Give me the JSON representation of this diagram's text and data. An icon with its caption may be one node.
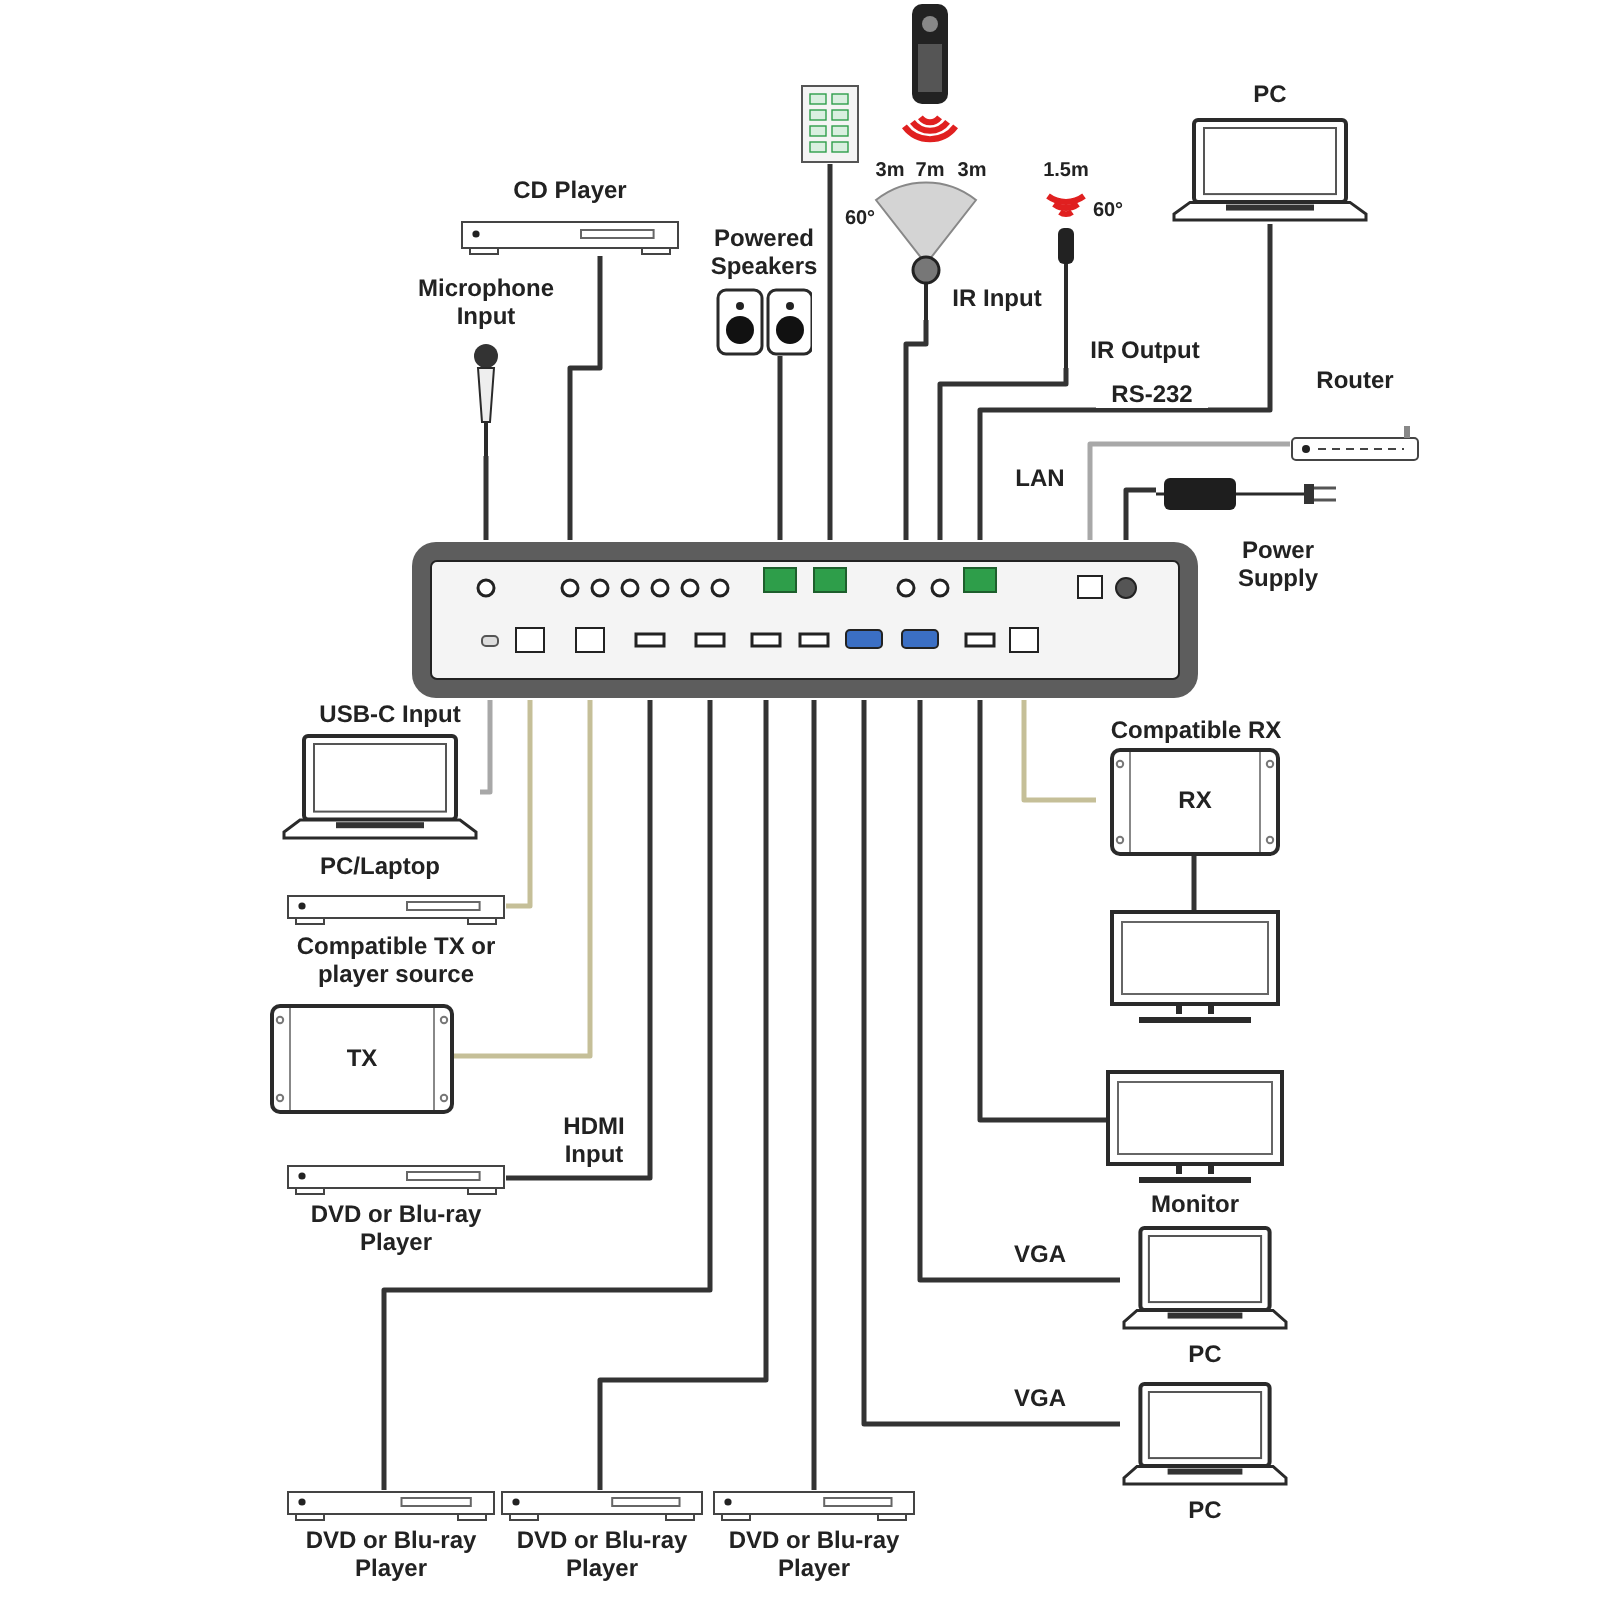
{
  "diagram": {
    "nodes": [
      {
        "text": [],
        "shape": "box"
      },
      {
        "text": [
          "Microphone Input"
        ]
      },
      {
        "text": [
          "CD Player"
        ]
      },
      {
        "text": [
          "Powered Speakers"
        ]
      },
      {
        "text": [],
        "shape": "picture"
      },
      {
        "text": [
          "IR Input"
        ]
      },
      {
        "text": [
          "IR Output"
        ]
      },
      {
        "text": [
          "PC"
        ]
      },
      {
        "text": [
          "Router"
        ]
      },
      {
        "text": [
          "Power Supply"
        ]
      },
      {
        "text": [
          "PC/Laptop"
        ]
      },
      {
        "text": [
          "Compatible TX or player source"
        ]
      },
      {
        "text": [
          "TX"
        ]
      },
      {
        "text": [
          "DVD or Blu-ray Player"
        ]
      },
      {
        "text": [
          "DVD or Blu-ray Player"
        ]
      },
      {
        "text": [
          "DVD or Blu-ray Player"
        ]
      },
      {
        "text": [
          "DVD or Blu-ray Player"
        ]
      },
      {
        "text": [
          "Compatible RX",
          "RX"
        ]
      },
      {
        "text": [],
        "shape": "picture"
      },
      {
        "text": [
          "Monitor"
        ]
      },
      {
        "text": [
          "PC"
        ]
      },
      {
        "text": [
          "PC"
        ]
      }
    ],
    "edges": [
      {
        "from": 1,
        "to": 0,
        "arrow": "none"
      },
      {
        "from": 2,
        "to": 0,
        "arrow": "none"
      },
      {
        "from": 3,
        "to": 0,
        "arrow": "none"
      },
      {
        "from": 4,
        "to": 0,
        "arrow": "none"
      },
      {
        "from": 5,
        "to": 0,
        "arrow": "none"
      },
      {
        "from": 6,
        "to": 0,
        "arrow": "none"
      },
      {
        "from": 7,
        "to": 0,
        "arrow": "none",
        "label": "RS-232"
      },
      {
        "from": 8,
        "to": 0,
        "arrow": "none",
        "label": "LAN",
        "color": "#a8a8a8"
      },
      {
        "from": 9,
        "to": 0,
        "arrow": "none"
      },
      {
        "from": 10,
        "to": 0,
        "arrow": "none",
        "label": "USB-C Input",
        "color": "#a8a8a8"
      },
      {
        "from": 11,
        "to": 0,
        "arrow": "none",
        "color": "#c5bf98"
      },
      {
        "from": 12,
        "to": 0,
        "arrow": "none",
        "color": "#c5bf98"
      },
      {
        "from": 13,
        "to": 0,
        "arrow": "none",
        "label": "HDMI Input"
      },
      {
        "from": 14,
        "to": 0,
        "arrow": "none"
      },
      {
        "from": 15,
        "to": 0,
        "arrow": "none"
      },
      {
        "from": 16,
        "to": 0,
        "arrow": "none"
      },
      {
        "from": 0,
        "to": 17,
        "arrow": "none",
        "color": "#c5bf98"
      },
      {
        "from": 17,
        "to": 18,
        "arrow": "none"
      },
      {
        "from": 0,
        "to": 19,
        "arrow": "none"
      },
      {
        "from": 0,
        "to": 20,
        "arrow": "none",
        "label": "VGA"
      },
      {
        "from": 0,
        "to": 21,
        "arrow": "none",
        "label": "VGA"
      }
    ],
    "labels": [
      "3m",
      "7m",
      "3m",
      "60°",
      "1.5m",
      "60°"
    ]
  }
}
